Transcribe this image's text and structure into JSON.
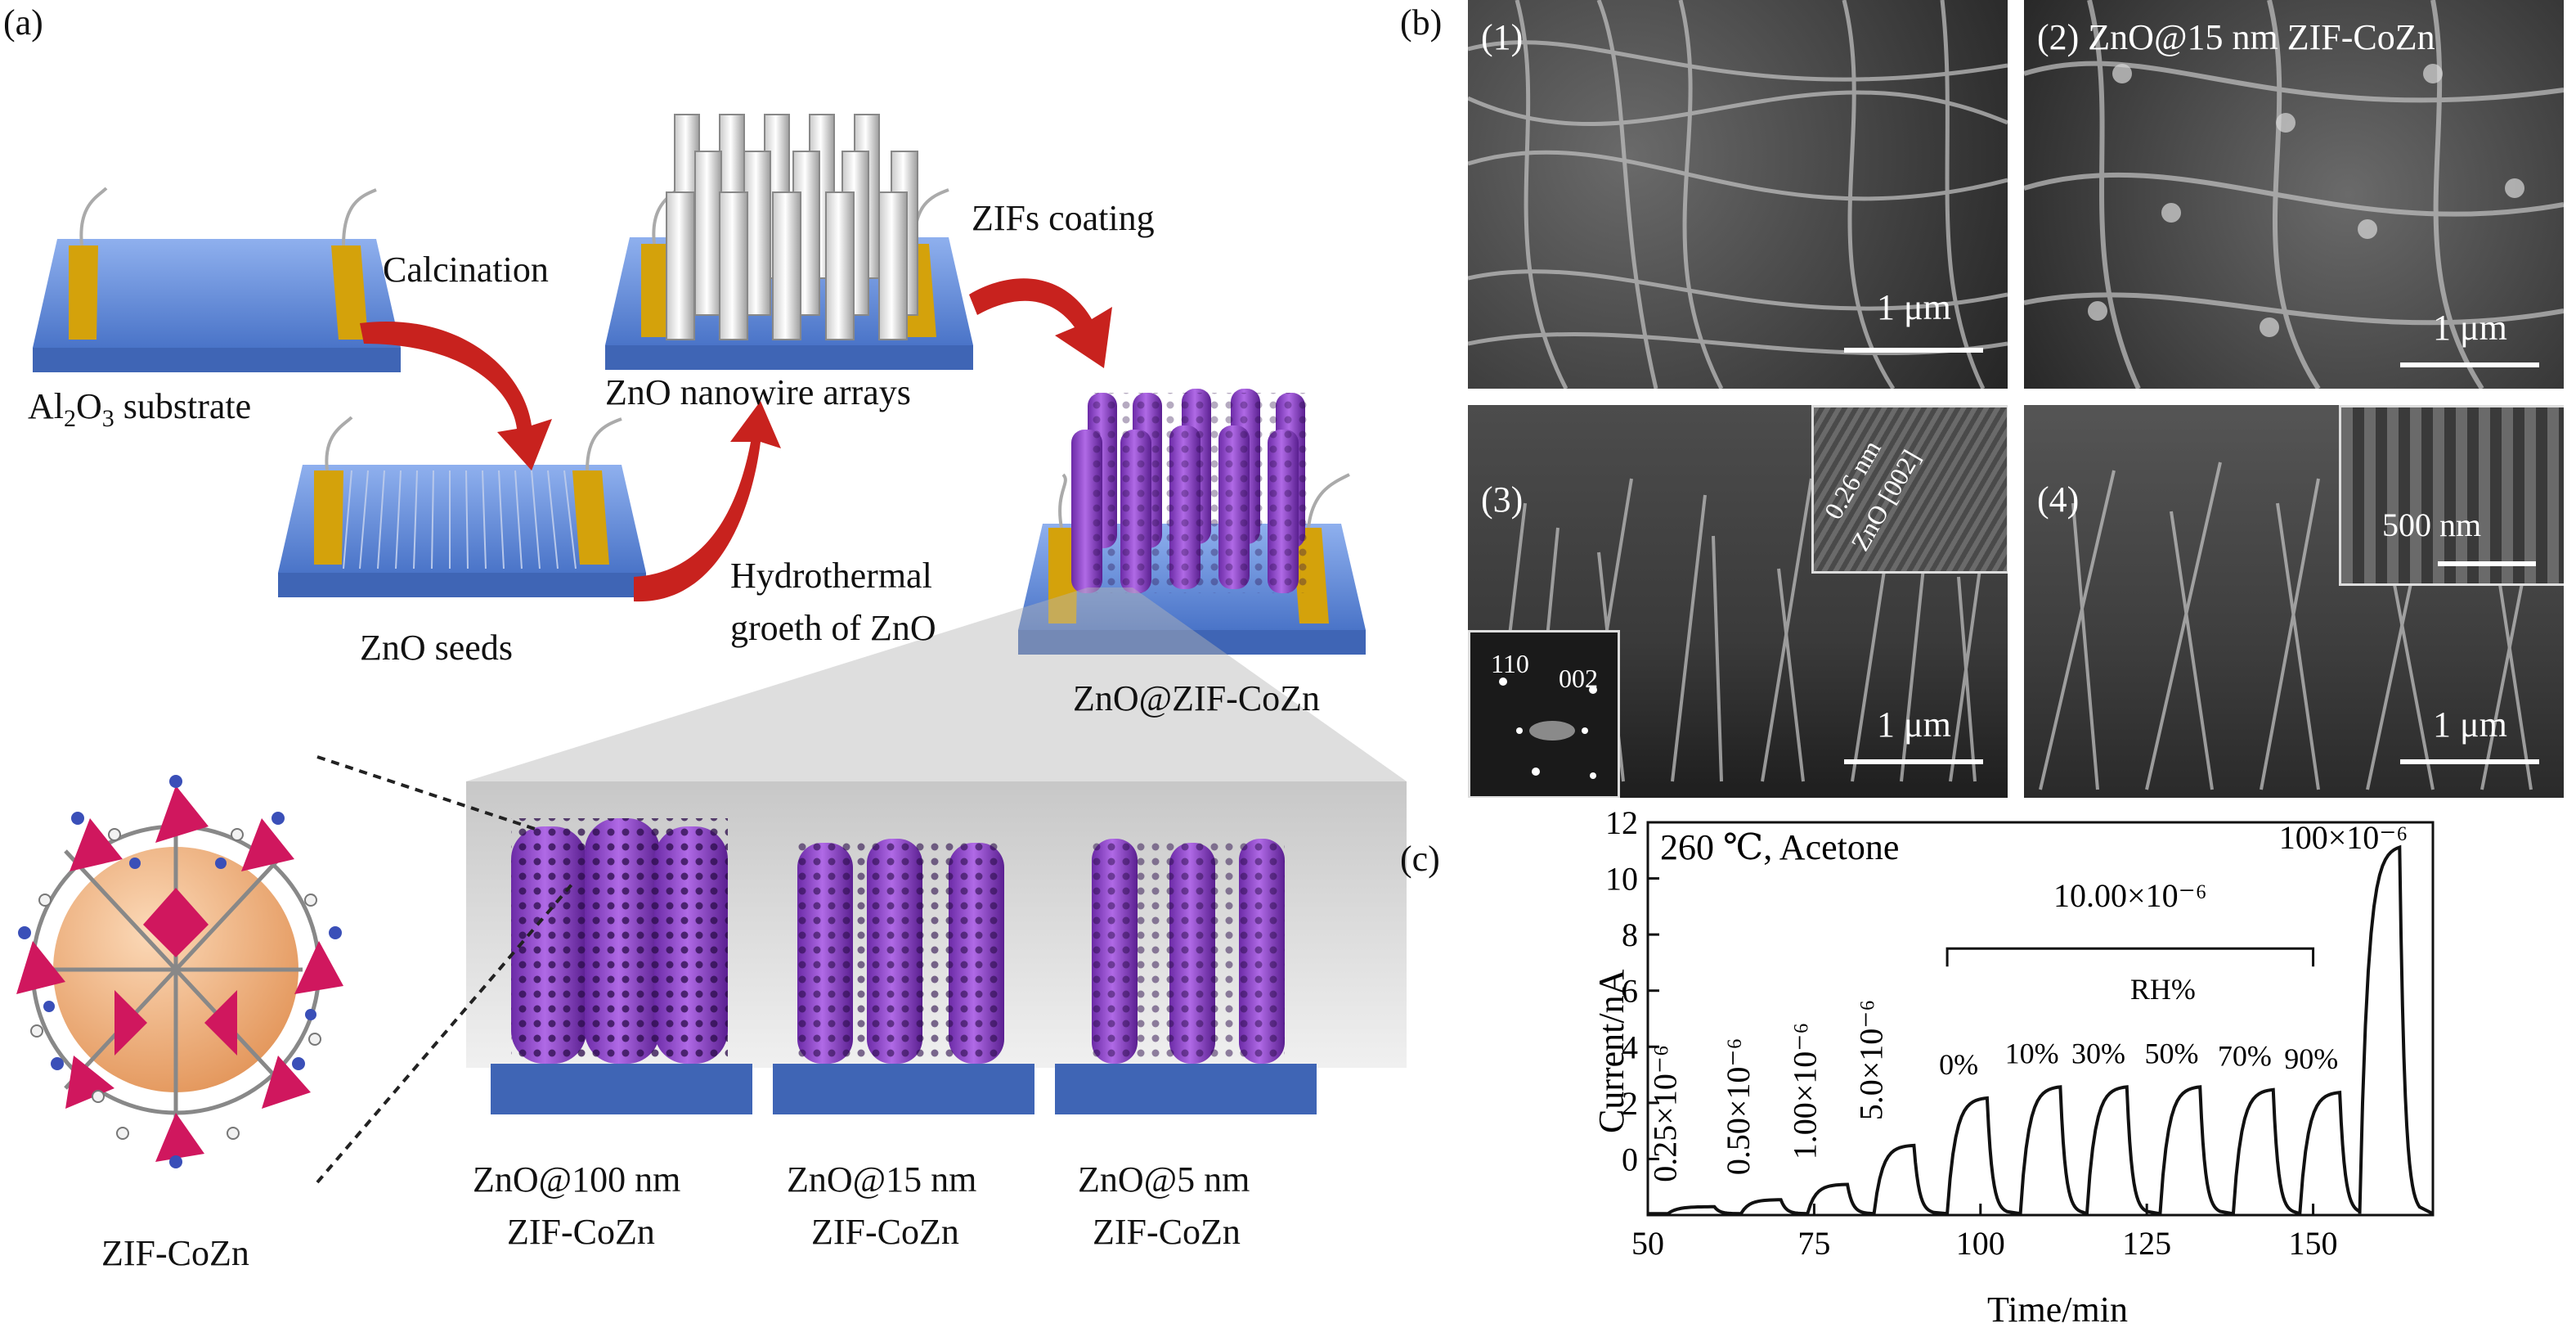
{
  "panel_a": {
    "letter": "(a)",
    "substrate_label_prefix": "Al",
    "substrate_label_sub1": "2",
    "substrate_label_o": "O",
    "substrate_label_sub2": "3",
    "substrate_label_suffix": " substrate",
    "calcination": "Calcination",
    "zno_seeds": "ZnO seeds",
    "nanowire_arrays": "ZnO nanowire arrays",
    "hydrothermal_line1": "Hydrothermal",
    "hydrothermal_line2": "groeth of ZnO",
    "zifs_coating": "ZIFs coating",
    "zno_zif": "ZnO@ZIF-CoZn",
    "zif_cozn": "ZIF-CoZn",
    "variants": [
      {
        "line1": "ZnO@100 nm",
        "line2": "ZIF-CoZn"
      },
      {
        "line1": "ZnO@15 nm",
        "line2": "ZIF-CoZn"
      },
      {
        "line1": "ZnO@5 nm",
        "line2": "ZIF-CoZn"
      }
    ],
    "colors": {
      "substrate": "#5b86d6",
      "electrode": "#d4a20b",
      "arrow": "#c8221e",
      "zif": "#8a3fc4",
      "sphere": "#f0a868"
    }
  },
  "panel_b": {
    "letter": "(b)",
    "images": [
      {
        "tag": "(1)",
        "scale": "1 μm"
      },
      {
        "tag": "(2) ZnO@15 nm ZIF-CoZn",
        "scale": "1 μm"
      },
      {
        "tag": "(3)",
        "scale": "1 μm",
        "inset_lattice": "0.26 nm",
        "inset_plane": "ZnO [002]",
        "saed_1": "110",
        "saed_2": "002"
      },
      {
        "tag": "(4)",
        "scale": "1 μm",
        "inset_scale": "500 nm"
      }
    ]
  },
  "panel_c": {
    "letter": "(c)",
    "chart_data": {
      "type": "line",
      "title": "260 ℃, Acetone",
      "xlabel": "Time/min",
      "ylabel": "Current/nA",
      "xlim": [
        50,
        168
      ],
      "ylim": [
        -2,
        12
      ],
      "xticks": [
        "50",
        "75",
        "100",
        "125",
        "150"
      ],
      "yticks": [
        "0",
        "2",
        "4",
        "6",
        "8",
        "10",
        "12"
      ],
      "pulses": [
        {
          "start": 53,
          "end": 60,
          "peak": -1.7,
          "label": "0.25×10⁻⁶"
        },
        {
          "start": 64,
          "end": 70,
          "peak": -1.45,
          "label": "0.50×10⁻⁶"
        },
        {
          "start": 74,
          "end": 80,
          "peak": -0.9,
          "label": "1.00×10⁻⁶"
        },
        {
          "start": 84,
          "end": 90,
          "peak": 0.5,
          "label": "5.0×10⁻⁶"
        },
        {
          "start": 95,
          "end": 101,
          "peak": 2.2,
          "label": "0%"
        },
        {
          "start": 106,
          "end": 112,
          "peak": 2.6,
          "label": "10%"
        },
        {
          "start": 116,
          "end": 122,
          "peak": 2.6,
          "label": "30%"
        },
        {
          "start": 127,
          "end": 133,
          "peak": 2.6,
          "label": "50%"
        },
        {
          "start": 138,
          "end": 144,
          "peak": 2.5,
          "label": "70%"
        },
        {
          "start": 148,
          "end": 154,
          "peak": 2.4,
          "label": "90%"
        },
        {
          "start": 157,
          "end": 163,
          "peak": 11.2,
          "label": "100×10⁻⁶"
        }
      ],
      "baseline": -1.95,
      "bracket_label": "10.00×10⁻⁶",
      "rh_label": "RH%"
    }
  }
}
